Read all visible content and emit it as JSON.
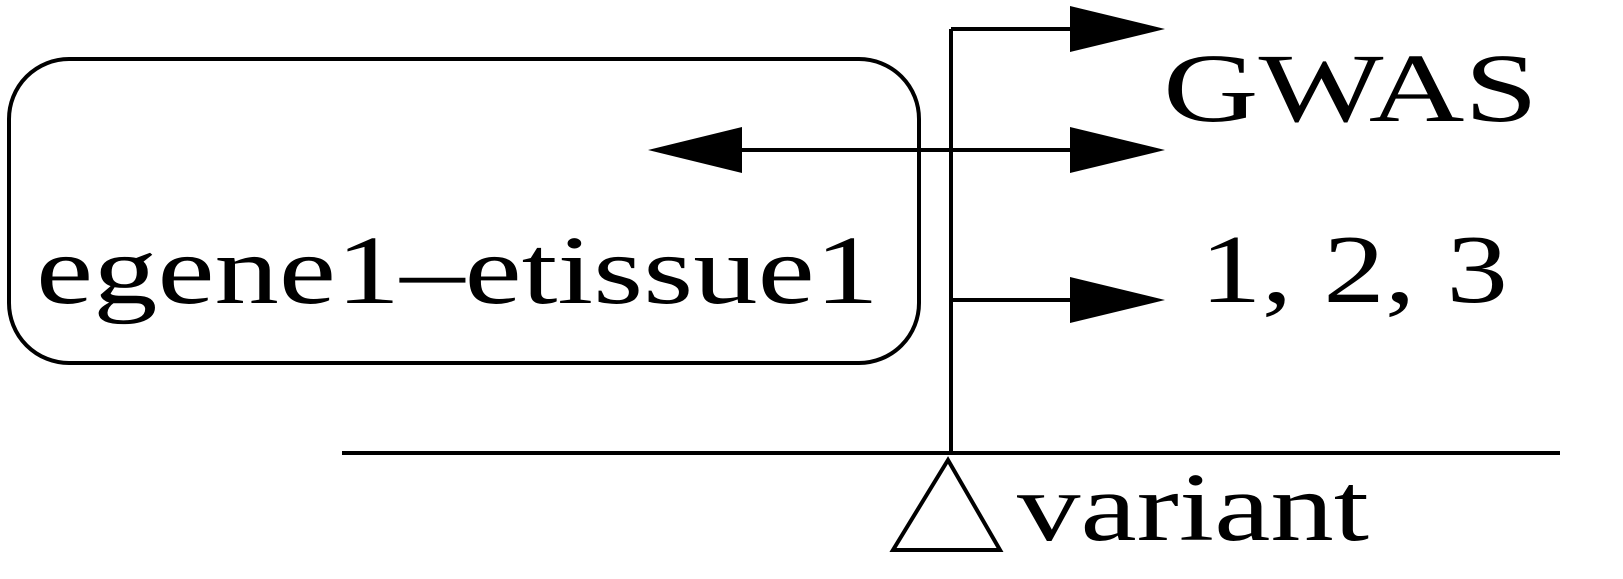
{
  "labels": {
    "egene_tissue": "egene1–etissue1",
    "gwas": "GWAS",
    "numbers": "1, 2, 3",
    "variant": "variant"
  },
  "colors": {
    "stroke": "#000000",
    "background": "#ffffff"
  }
}
